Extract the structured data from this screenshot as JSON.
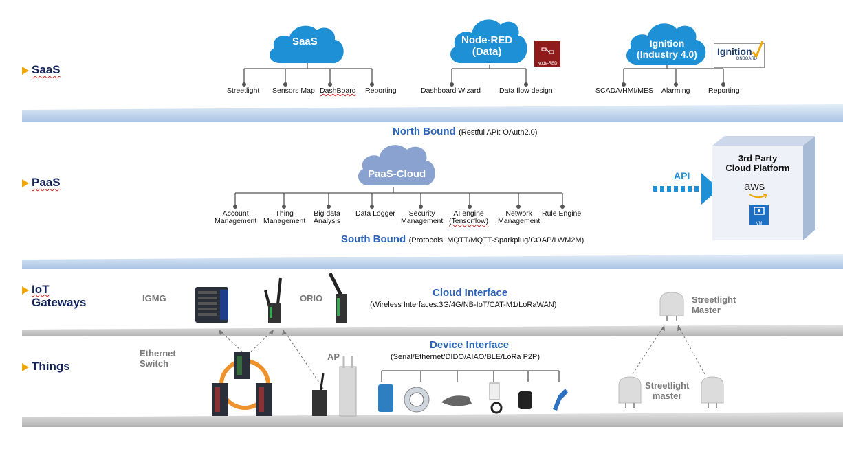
{
  "layers": {
    "saas": "SaaS",
    "paas": "PaaS",
    "iot_line1": "IoT",
    "iot_line2": "Gateways",
    "things": "Things"
  },
  "saas_clouds": {
    "saas": {
      "title": "SaaS",
      "items": [
        "Streetlight",
        "Sensors Map",
        "DashBoard",
        "Reporting"
      ]
    },
    "nodered": {
      "title_line1": "Node-RED",
      "title_line2": "(Data)",
      "items": [
        "Dashboard Wizard",
        "Data  flow design"
      ],
      "logo_text": "Node-RED"
    },
    "ignition": {
      "title_line1": "Ignition",
      "title_line2": "(Industry 4.0)",
      "items": [
        "SCADA/HMI/MES",
        "Alarming",
        "Reporting"
      ],
      "logo_text": "Ignition",
      "logo_sub": "ONBOARD"
    }
  },
  "north_bound": {
    "title": "North Bound",
    "detail": "(Restful API:  OAuth2.0)"
  },
  "paas_cloud": {
    "title": "PaaS-Cloud",
    "items": [
      {
        "l1": "Account",
        "l2": "Management"
      },
      {
        "l1": "Thing",
        "l2": "Management"
      },
      {
        "l1": "Big data",
        "l2": "Analysis"
      },
      {
        "l1": "Data Logger",
        "l2": ""
      },
      {
        "l1": "Security",
        "l2": "Management"
      },
      {
        "l1": "AI engine",
        "l2": "(Tensorflow)"
      },
      {
        "l1": "Network",
        "l2": "Management"
      },
      {
        "l1": "Rule  Engine",
        "l2": ""
      }
    ]
  },
  "south_bound": {
    "title": "South Bound",
    "detail": "(Protocols: MQTT/MQTT-Sparkplug/COAP/LWM2M)"
  },
  "third_party": {
    "api": "API",
    "title_line1": "3rd Party",
    "title_line2": "Cloud Platform",
    "aws": "aws",
    "vm": "VM"
  },
  "gateways": {
    "igmg": "IGMG",
    "orio": "ORIO",
    "cloud_interface_title": "Cloud Interface",
    "cloud_interface_detail": "(Wireless Interfaces:3G/4G/NB-IoT/CAT-M1/LoRaWAN)",
    "streetlight_master_l1": "Streetlight",
    "streetlight_master_l2": "Master"
  },
  "things": {
    "ethernet_l1": "Ethernet",
    "ethernet_l2": "Switch",
    "ap": "AP",
    "device_interface_title": "Device Interface",
    "device_interface_detail": "(Serial/Ethernet/DIDO/AIAO/BLE/LoRa P2P)",
    "streetlight_l1": "Streetlight",
    "streetlight_l2": "master"
  },
  "colors": {
    "navy": "#13245a",
    "blue": "#2b63b8",
    "cloud": "#1e90d6",
    "paas_cloud": "#8aa2cf",
    "orange": "#f2a600"
  }
}
